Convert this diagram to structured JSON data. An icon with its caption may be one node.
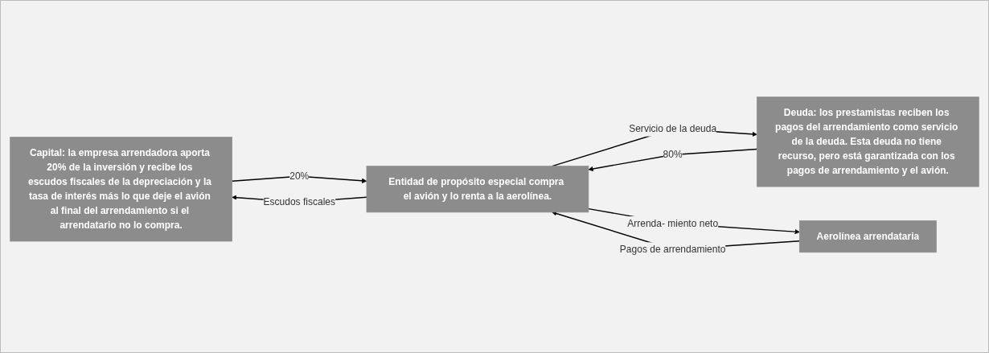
{
  "diagram": {
    "nodes": [
      {
        "text": [
          "Capital: la empresa arrendadora aporta 20% de la inversión y recibe los escudos fiscales de la depreciación y la tasa de interés más lo que deje el avión al final del arrendamiento si el arrendatario no lo compra."
        ]
      },
      {
        "text": [
          "Deuda: los prestamistas reciben los pagos del arrendamiento como servicio de la deuda. Esta deuda no tiene recurso, pero está garantizada con los pagos de arrendamiento y el avión."
        ]
      },
      {
        "text": [
          "Entidad de propósito especial compra el avión y lo renta a la aerolínea."
        ]
      },
      {
        "text": [
          "Aerolínea arrendataria"
        ]
      }
    ],
    "edges": [
      {
        "from": 0,
        "to": 2,
        "arrow": "to",
        "label": "20%"
      },
      {
        "from": 1,
        "to": 2,
        "arrow": "to",
        "label": "80%"
      },
      {
        "from": 2,
        "to": 0,
        "arrow": "to",
        "label": "Escudos fiscales"
      },
      {
        "from": 2,
        "to": 1,
        "arrow": "to",
        "label": "Servicio de la deuda"
      },
      {
        "from": 2,
        "to": 3,
        "arrow": "to",
        "label": "Arrenda- miento neto"
      },
      {
        "from": 3,
        "to": 2,
        "arrow": "to",
        "label": "Pagos de arrendamiento"
      }
    ]
  }
}
